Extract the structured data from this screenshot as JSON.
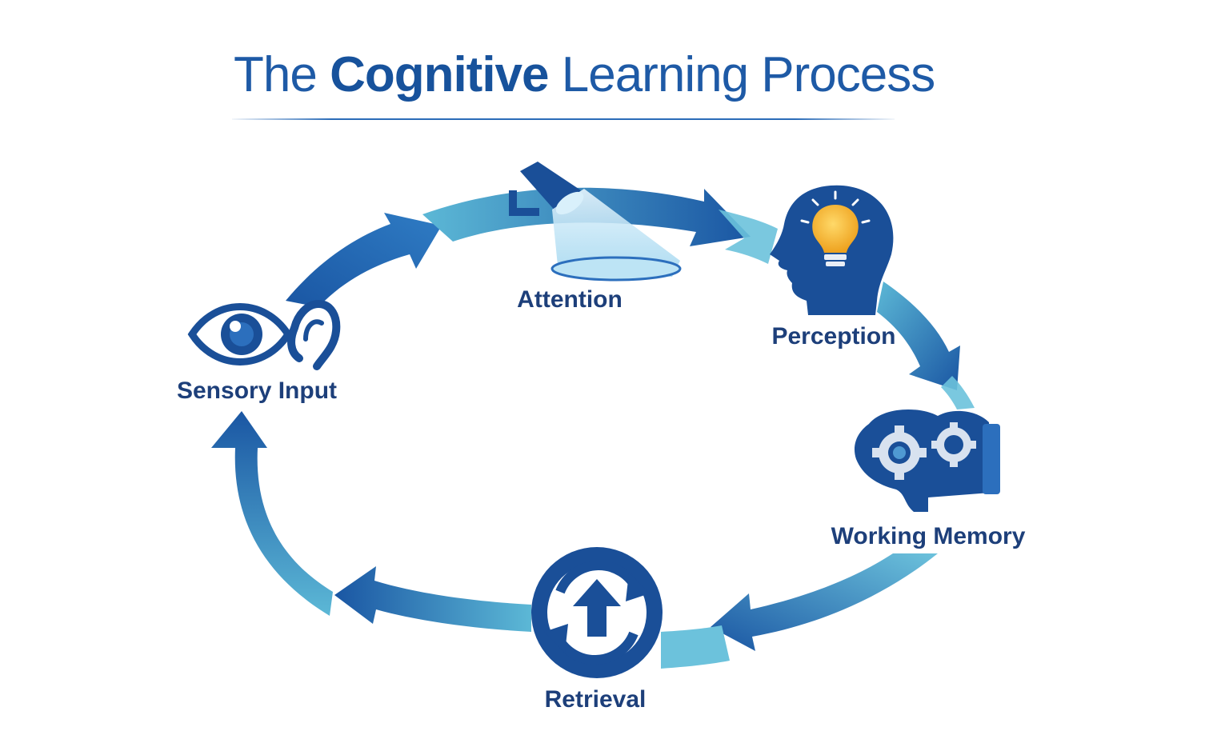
{
  "title": {
    "prefix": "The ",
    "emphasis": "Cognitive",
    "suffix": " Learning Process"
  },
  "stages": [
    {
      "id": "sensory-input",
      "label": "Sensory Input",
      "icon": "eye-ear-icon"
    },
    {
      "id": "attention",
      "label": "Attention",
      "icon": "spotlight-icon"
    },
    {
      "id": "perception",
      "label": "Perception",
      "icon": "head-lightbulb-icon"
    },
    {
      "id": "working-memory",
      "label": "Working Memory",
      "icon": "brain-gears-icon"
    },
    {
      "id": "retrieval",
      "label": "Retrieval",
      "icon": "circular-arrows-upload-icon"
    }
  ],
  "colors": {
    "dark_blue": "#1a4f98",
    "mid_blue": "#2c6fbd",
    "light_blue": "#5cb8d6",
    "label": "#1d3f7a",
    "bulb": "#f3b630"
  }
}
